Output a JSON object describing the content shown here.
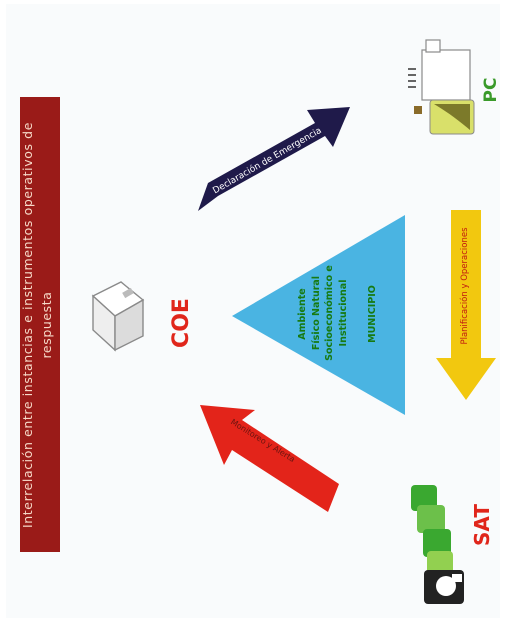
{
  "banner": {
    "text": "Interrelación entre instancias e instrumentos operativos de respuesta",
    "color": "#9a1b18"
  },
  "coe": {
    "label": "COE"
  },
  "pc": {
    "label": "PC"
  },
  "sat": {
    "label": "SAT"
  },
  "triangle": {
    "lines": [
      "Ambiente",
      "Físico Natural",
      "Socioeconómico e",
      "Institucional"
    ],
    "municipio": "MUNICIPIO",
    "color": "#4ab4e2"
  },
  "arrows": {
    "declaracion": {
      "label": "Declaración de Emergencia",
      "color": "#1f1a4a"
    },
    "planificacion": {
      "label": "Planificación y Operaciones",
      "color": "#f2c80f"
    },
    "monitoreo": {
      "label": "Monitoreo y Alerta",
      "color": "#e3241a"
    }
  },
  "icons": {
    "coe_icon": "building-icon",
    "pc_icon": "building-icon",
    "sat_icon": "stacked-tiles-icon",
    "person_icon": "person-icon"
  }
}
